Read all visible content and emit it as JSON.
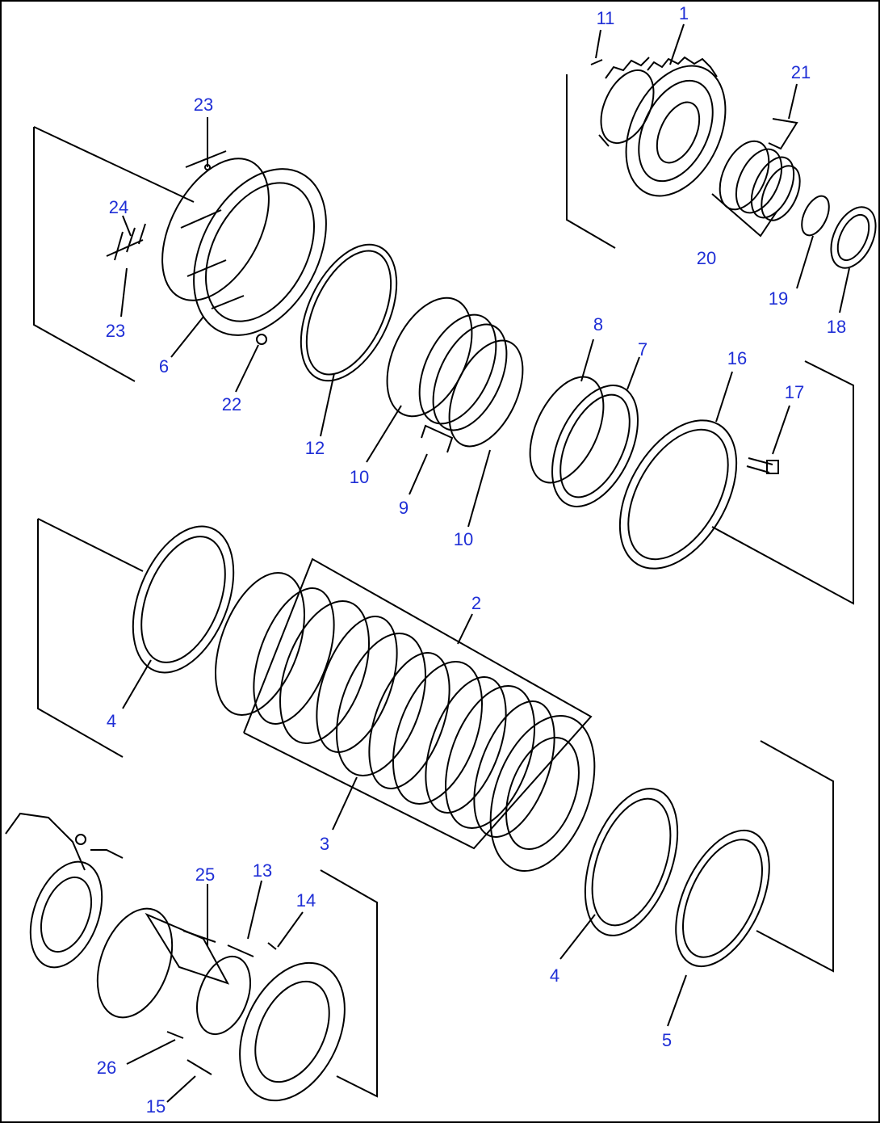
{
  "label_color": "#1f2fd6",
  "callouts": [
    {
      "id": "c11",
      "text": "11"
    },
    {
      "id": "c1",
      "text": "1"
    },
    {
      "id": "c21",
      "text": "21"
    },
    {
      "id": "c20",
      "text": "20"
    },
    {
      "id": "c19",
      "text": "19"
    },
    {
      "id": "c18",
      "text": "18"
    },
    {
      "id": "c23a",
      "text": "23"
    },
    {
      "id": "c24",
      "text": "24"
    },
    {
      "id": "c23b",
      "text": "23"
    },
    {
      "id": "c6",
      "text": "6"
    },
    {
      "id": "c22",
      "text": "22"
    },
    {
      "id": "c12",
      "text": "12"
    },
    {
      "id": "c10a",
      "text": "10"
    },
    {
      "id": "c9",
      "text": "9"
    },
    {
      "id": "c10b",
      "text": "10"
    },
    {
      "id": "c8",
      "text": "8"
    },
    {
      "id": "c7",
      "text": "7"
    },
    {
      "id": "c16",
      "text": "16"
    },
    {
      "id": "c17",
      "text": "17"
    },
    {
      "id": "c2",
      "text": "2"
    },
    {
      "id": "c3",
      "text": "3"
    },
    {
      "id": "c4a",
      "text": "4"
    },
    {
      "id": "c4b",
      "text": "4"
    },
    {
      "id": "c5",
      "text": "5"
    },
    {
      "id": "c25",
      "text": "25"
    },
    {
      "id": "c13",
      "text": "13"
    },
    {
      "id": "c14",
      "text": "14"
    },
    {
      "id": "c26",
      "text": "26"
    },
    {
      "id": "c15",
      "text": "15"
    }
  ]
}
